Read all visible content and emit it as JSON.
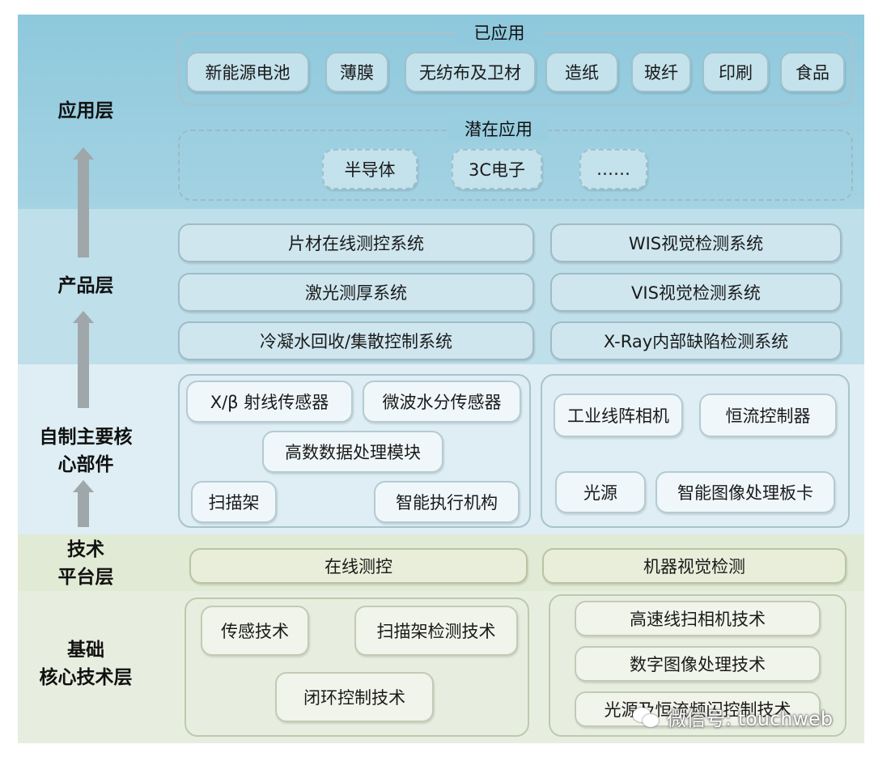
{
  "layers": {
    "app": "应用层",
    "product": "产品层",
    "components_line1": "自制主要核",
    "components_line2": "心部件",
    "tech_line1": "技术",
    "tech_line2": "平台层",
    "base_line1": "基础",
    "base_line2": "核心技术层"
  },
  "applied": {
    "title": "已应用",
    "items": [
      "新能源电池",
      "薄膜",
      "无纺布及卫材",
      "造纸",
      "玻纤",
      "印刷",
      "食品"
    ]
  },
  "potential": {
    "title": "潜在应用",
    "items": [
      "半导体",
      "3C电子",
      "……"
    ]
  },
  "products": {
    "left": [
      "片材在线测控系统",
      "激光测厚系统",
      "冷凝水回收/集散控制系统"
    ],
    "right": [
      "WIS视觉检测系统",
      "VIS视觉检测系统",
      "X-Ray内部缺陷检测系统"
    ]
  },
  "components": {
    "left": [
      "X/β 射线传感器",
      "微波水分传感器",
      "高数数据处理模块",
      "扫描架",
      "智能执行机构"
    ],
    "right": [
      "工业线阵相机",
      "恒流控制器",
      "光源",
      "智能图像处理板卡"
    ]
  },
  "tech_platform": [
    "在线测控",
    "机器视觉检测"
  ],
  "base_tech": {
    "left": [
      "传感技术",
      "扫描架检测技术",
      "闭环控制技术"
    ],
    "right": [
      "高速线扫相机技术",
      "数字图像处理技术",
      "光源及恒流频闪控制技术"
    ]
  },
  "watermark": "微信号: touchweb"
}
